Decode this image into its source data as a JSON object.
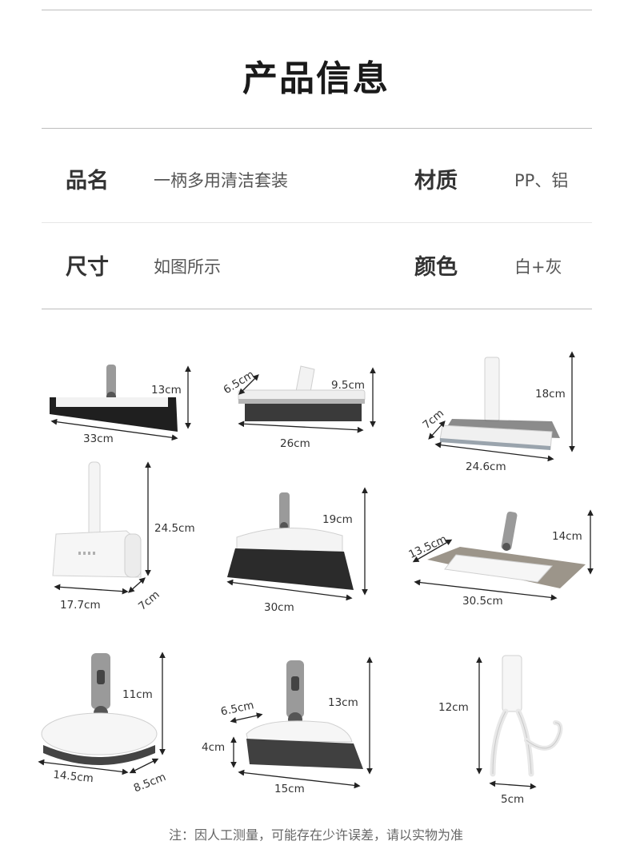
{
  "title": "产品信息",
  "specs": [
    {
      "label": "品名",
      "value": "一柄多用清洁套装"
    },
    {
      "label": "材质",
      "value": "PP、铝"
    },
    {
      "label": "尺寸",
      "value": "如图所示"
    },
    {
      "label": "颜色",
      "value": "白+灰"
    }
  ],
  "products": [
    {
      "name": "squeegee",
      "dims": [
        "13cm",
        "33cm"
      ]
    },
    {
      "name": "scrub-brush",
      "dims": [
        "6.5cm",
        "9.5cm",
        "26cm"
      ]
    },
    {
      "name": "window-wiper",
      "dims": [
        "18cm",
        "7cm",
        "24.6cm"
      ]
    },
    {
      "name": "lint-roller",
      "dims": [
        "24.5cm",
        "17.7cm",
        "7cm"
      ]
    },
    {
      "name": "broom",
      "dims": [
        "19cm",
        "30cm"
      ]
    },
    {
      "name": "flat-mop",
      "dims": [
        "13.5cm",
        "14cm",
        "30.5cm"
      ]
    },
    {
      "name": "sponge-pad",
      "dims": [
        "11cm",
        "14.5cm",
        "8.5cm"
      ]
    },
    {
      "name": "hand-brush",
      "dims": [
        "6.5cm",
        "13cm",
        "4cm",
        "15cm"
      ]
    },
    {
      "name": "hook-fork",
      "dims": [
        "12cm",
        "5cm"
      ]
    }
  ],
  "note": "注：因人工测量，可能存在少许误差，请以实物为准",
  "colors": {
    "handle": "#9a9a9a",
    "body": "#f4f4f4",
    "bristle": "#2b2b2b",
    "rule": "#bdbdbd"
  }
}
